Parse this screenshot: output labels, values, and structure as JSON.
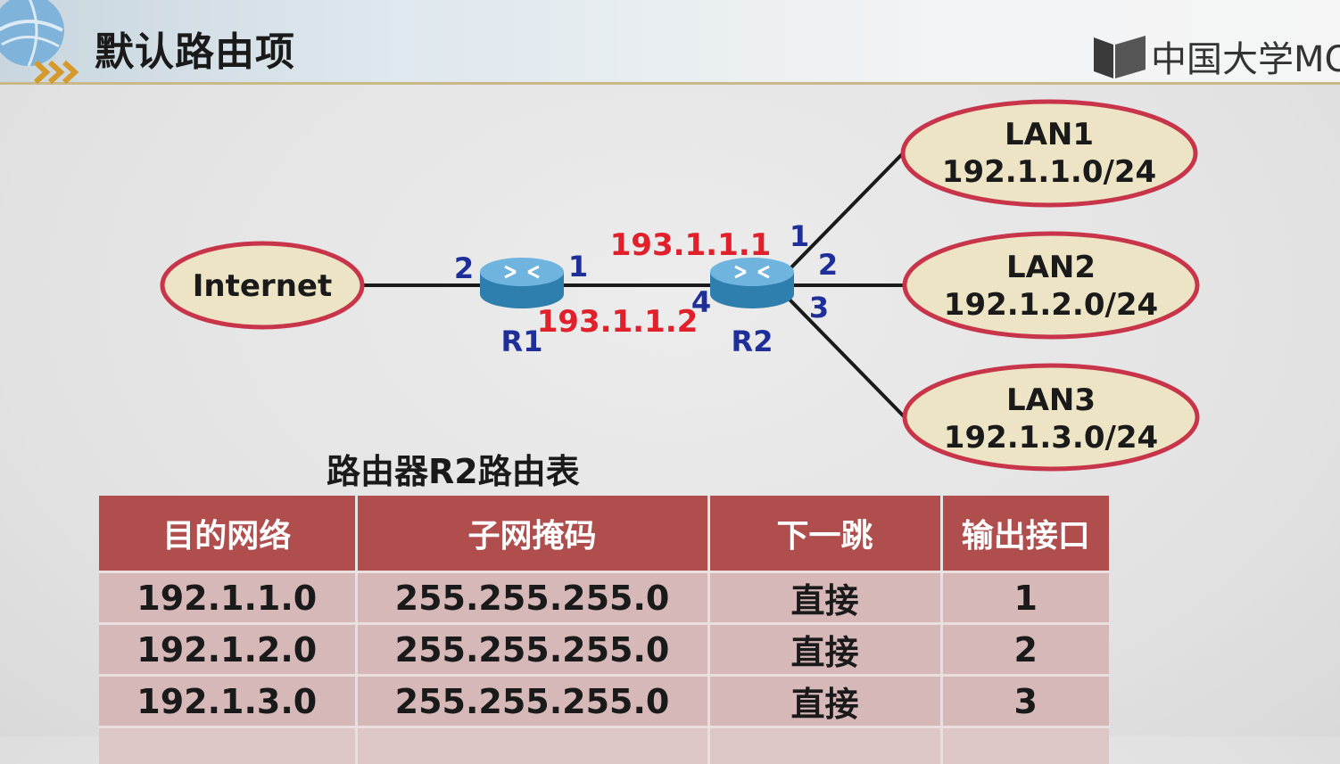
{
  "slide": {
    "title": "默认路由项",
    "logo_text": "中国大学MO"
  },
  "diagram": {
    "internet_label": "Internet",
    "routers": [
      {
        "name": "R1",
        "ports": [
          "2",
          "1"
        ]
      },
      {
        "name": "R2",
        "ports": [
          "1",
          "2",
          "3",
          "4"
        ]
      }
    ],
    "link_ips": {
      "r2_port4": "193.1.1.1",
      "r1_port1": "193.1.1.2"
    },
    "lans": [
      {
        "name": "LAN1",
        "network": "192.1.1.0/24"
      },
      {
        "name": "LAN2",
        "network": "192.1.2.0/24"
      },
      {
        "name": "LAN3",
        "network": "192.1.3.0/24"
      }
    ],
    "colors": {
      "ip_red": "#e0202a",
      "port_blue": "#1f2f9a",
      "ellipse_fill": "#ece4c4",
      "ellipse_stroke": "#c8344a"
    }
  },
  "routing_table": {
    "title": "路由器R2路由表",
    "headers": [
      "目的网络",
      "子网掩码",
      "下一跳",
      "输出接口"
    ],
    "rows": [
      [
        "192.1.1.0",
        "255.255.255.0",
        "直接",
        "1"
      ],
      [
        "192.1.2.0",
        "255.255.255.0",
        "直接",
        "2"
      ],
      [
        "192.1.3.0",
        "255.255.255.0",
        "直接",
        "3"
      ]
    ]
  }
}
